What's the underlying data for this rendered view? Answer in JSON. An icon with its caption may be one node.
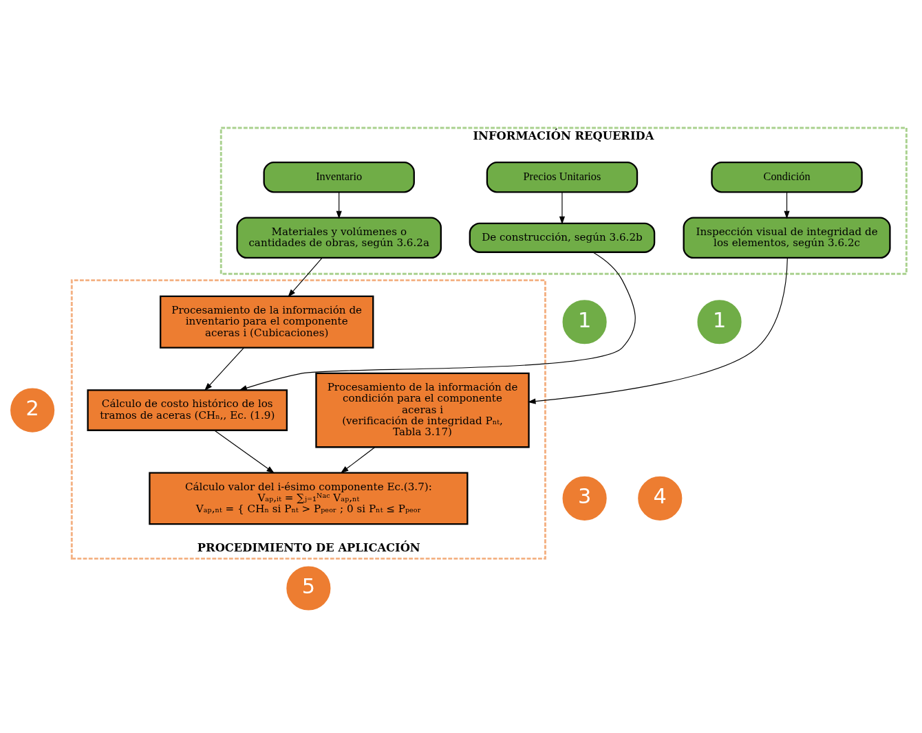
{
  "diagram": {
    "nodes": [
      {
        "text": [
          "INFORMACIÓN REQUERIDA"
        ]
      },
      {
        "text": [
          "Inventario"
        ],
        "in": 0
      },
      {
        "text": [
          "Precios Unitarios"
        ],
        "in": 0
      },
      {
        "text": [
          "Condición"
        ],
        "in": 0
      },
      {
        "text": [
          "Materiales y volúmenes o cantidades de obras, según 3.6.2a"
        ],
        "in": 0
      },
      {
        "text": [
          "De construcción, según 3.6.2b"
        ],
        "in": 0
      },
      {
        "text": [
          "Inspección visual de integridad de los elementos, según 3.6.2c"
        ],
        "in": 0
      },
      {
        "text": [
          "PROCEDIMIENTO DE APLICACIÓN"
        ]
      },
      {
        "text": [
          "Procesamiento de la información de inventario para el componente aceras i (Cubicaciones)"
        ],
        "in": 7
      },
      {
        "text": [
          "Procesamiento de la información de condición para el componente aceras i",
          "(verificación de integridad Pₙₜ, Tabla 3.17)"
        ],
        "in": 7
      },
      {
        "text": [
          "Cálculo de costo histórico de los tramos de aceras (CHₙ,, Ec. (1.9)"
        ],
        "in": 7
      },
      {
        "text": [
          "Cálculo valor del i-ésimo componente Ec.(3.7):",
          "Vₐₚ,ᵢₜ = ∑ⱼ₌₁ᴺᵃᶜ Vₐₚ,ₙₜ",
          "Vₐₚ,ₙₜ = { CHₙ si Pₙₜ > Pₚₑₒᵣ ; 0 si Pₙₜ ≤ Pₚₑₒᵣ"
        ],
        "in": 7
      },
      {
        "text": [
          "1"
        ]
      },
      {
        "text": [
          "1"
        ]
      },
      {
        "text": [
          "2"
        ]
      },
      {
        "text": [
          "3"
        ]
      },
      {
        "text": [
          "4"
        ]
      },
      {
        "text": [
          "5"
        ]
      }
    ],
    "edges": [
      {
        "from": 1,
        "to": 4,
        "arrow": "to"
      },
      {
        "from": 2,
        "to": 5,
        "arrow": "to"
      },
      {
        "from": 3,
        "to": 6,
        "arrow": "to"
      },
      {
        "from": 4,
        "to": 8,
        "arrow": "to"
      },
      {
        "from": 8,
        "to": 10,
        "arrow": "to"
      },
      {
        "from": 5,
        "to": 10,
        "arrow": "to"
      },
      {
        "from": 6,
        "to": 9,
        "arrow": "to"
      },
      {
        "from": 9,
        "to": 11,
        "arrow": "to"
      },
      {
        "from": 10,
        "to": 11,
        "arrow": "to"
      }
    ]
  }
}
